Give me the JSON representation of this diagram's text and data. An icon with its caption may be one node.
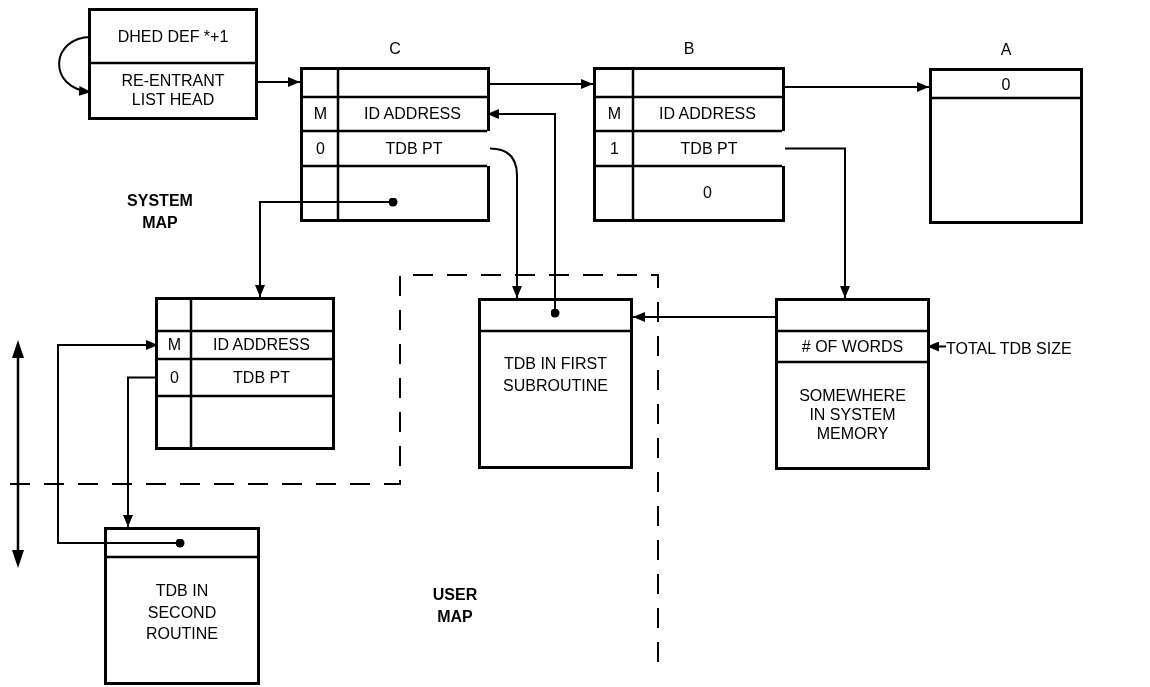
{
  "diagram": {
    "nodes": [
      {
        "text": [],
        "shape": "box"
      },
      {
        "text": [
          "DHED DEF *+1"
        ],
        "in": 0
      },
      {
        "text": [
          "RE-ENTRANT LIST HEAD"
        ],
        "in": 0
      },
      {
        "text": [
          "C"
        ]
      },
      {
        "text": [
          "M"
        ],
        "in": 3
      },
      {
        "text": [
          "ID ADDRESS"
        ],
        "in": 3
      },
      {
        "text": [
          "0"
        ],
        "in": 3
      },
      {
        "text": [
          "TDB PT"
        ],
        "in": 3
      },
      {
        "text": [
          "B"
        ]
      },
      {
        "text": [
          "M"
        ],
        "in": 8
      },
      {
        "text": [
          "ID ADDRESS"
        ],
        "in": 8
      },
      {
        "text": [
          "1"
        ],
        "in": 8
      },
      {
        "text": [
          "TDB PT"
        ],
        "in": 8
      },
      {
        "text": [
          "0"
        ],
        "in": 8
      },
      {
        "text": [
          "A"
        ]
      },
      {
        "text": [
          "0"
        ],
        "in": 14
      },
      {
        "text": [],
        "shape": "box"
      },
      {
        "text": [
          "M"
        ],
        "in": 16
      },
      {
        "text": [
          "ID ADDRESS"
        ],
        "in": 16
      },
      {
        "text": [
          "0"
        ],
        "in": 16
      },
      {
        "text": [
          "TDB PT"
        ],
        "in": 16
      },
      {
        "text": [
          "TDB IN FIRST SUBROUTINE"
        ]
      },
      {
        "text": [],
        "shape": "box"
      },
      {
        "text": [
          "# OF WORDS"
        ],
        "in": 22
      },
      {
        "text": [
          "SOMEWHERE IN SYSTEM MEMORY"
        ],
        "in": 22
      },
      {
        "text": [
          "TOTAL TDB SIZE"
        ]
      },
      {
        "text": [
          "TDB IN SECOND ROUTINE"
        ]
      }
    ],
    "edges": [
      {
        "from": 1,
        "to": 2,
        "arrow": "to"
      },
      {
        "from": 2,
        "to": 3,
        "arrow": "to"
      },
      {
        "from": 3,
        "to": 8,
        "arrow": "to"
      },
      {
        "from": 8,
        "to": 14,
        "arrow": "to"
      },
      {
        "from": 3,
        "to": 16,
        "arrow": "to"
      },
      {
        "from": 7,
        "to": 21,
        "arrow": "to"
      },
      {
        "from": 21,
        "to": 5,
        "arrow": "to"
      },
      {
        "from": 12,
        "to": 22,
        "arrow": "to"
      },
      {
        "from": 22,
        "to": 21,
        "arrow": "to"
      },
      {
        "from": 25,
        "to": 23,
        "arrow": "to"
      },
      {
        "from": 19,
        "to": 26,
        "arrow": "to"
      },
      {
        "from": 26,
        "to": 17,
        "arrow": "to"
      }
    ],
    "labels": [
      "SYSTEM MAP",
      "USER MAP"
    ]
  }
}
